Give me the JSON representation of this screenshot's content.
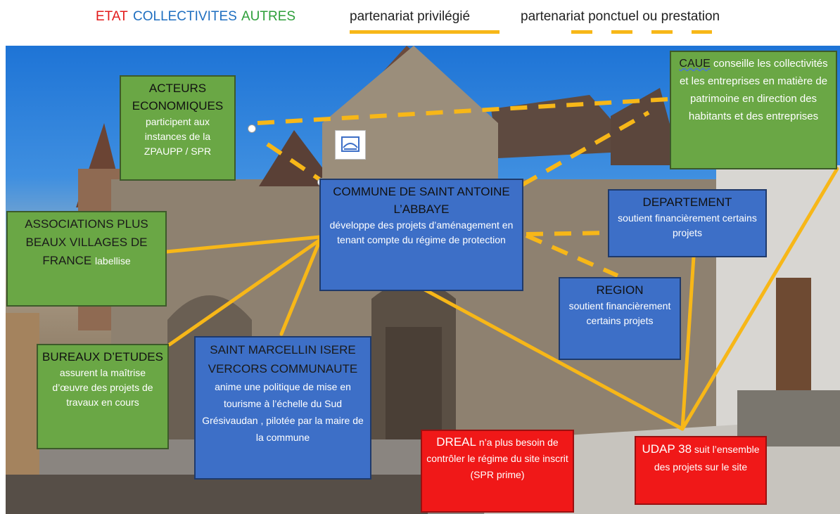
{
  "legend": {
    "etat": "ETAT",
    "collectivites": "COLLECTIVITES",
    "autres": "AUTRES",
    "privilegie": "partenariat privilégié",
    "ponctuel": "partenariat ponctuel ou prestation",
    "colors": {
      "etat": "#e31b1b",
      "collectivites": "#1f6fc0",
      "autres": "#2e9f3a",
      "line": "#f7b718"
    }
  },
  "nodes": {
    "acteurs": {
      "head": "ACTEURS ECONOMIQUES",
      "text": "participent aux instances de la ZPAUPP / SPR"
    },
    "caue": {
      "head": "CAUE",
      "text": "conseille les collectivités et les entreprises en matière de patrimoine en direction des habitants et des entreprises"
    },
    "commune": {
      "head": "COMMUNE DE SAINT ANTOINE L’ABBAYE",
      "text": "développe des projets d’aménagement en tenant compte du régime de protection"
    },
    "departement": {
      "head": "DEPARTEMENT",
      "text": "soutient financièrement certains projets"
    },
    "associations": {
      "head": "ASSOCIATIONS PLUS BEAUX VILLAGES DE FRANCE",
      "text": "labellise"
    },
    "region": {
      "head": "REGION",
      "text": "soutient financièrement certains projets"
    },
    "bureaux": {
      "head": "BUREAUX D’ETUDES",
      "text": "assurent la maîtrise d’œuvre des projets de travaux en cours"
    },
    "saint_marcellin": {
      "head": "SAINT MARCELLIN ISERE VERCORS COMMUNAUTE",
      "text": "anime une politique de mise en tourisme à l’échelle du Sud Grésivaudan , pilotée par la maire de la commune"
    },
    "dreal": {
      "head": "DREAL",
      "text": "n’a plus besoin de contrôler le régime du site inscrit (SPR prime)"
    },
    "udap": {
      "head": "UDAP 38",
      "text": "suit l’ensemble des projets sur le site"
    }
  }
}
